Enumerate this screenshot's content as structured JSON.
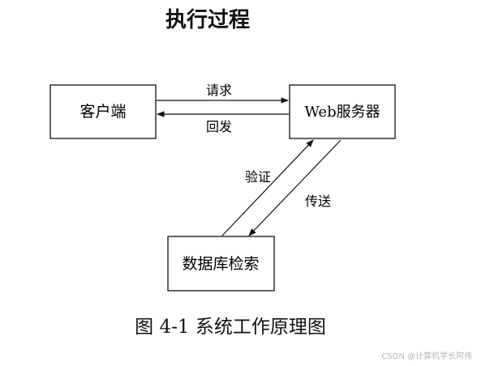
{
  "title": "执行过程",
  "nodes": {
    "client": "客户端",
    "server": "Web服务器",
    "db": "数据库检索"
  },
  "edges": {
    "request": "请求",
    "response": "回发",
    "verify": "验证",
    "transmit": "传送"
  },
  "caption": "图 4-1 系统工作原理图",
  "watermark": "CSDN @计算机学长阿伟",
  "colors": {
    "line": "#111111",
    "box_fill": "#ffffff"
  }
}
